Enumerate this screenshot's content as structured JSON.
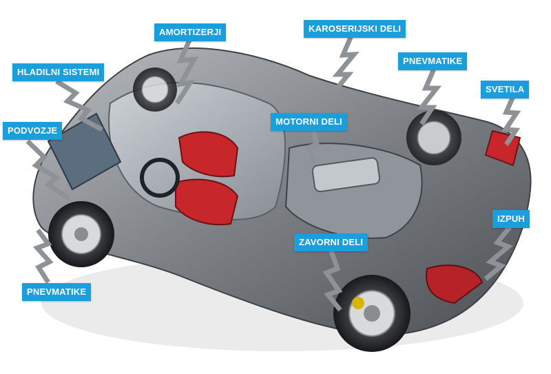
{
  "labels": {
    "amortizerji": "AMORTIZERJI",
    "karoserijski_deli": "KAROSERIJSKI DELI",
    "hladilni_sistemi": "HLADILNI SISTEMI",
    "pnevmatike_front": "PNEVMATIKE",
    "svetila": "SVETILA",
    "podvozje": "PODVOZJE",
    "motorni_deli": "MOTORNI DELI",
    "izpuh": "IZPUH",
    "zavorni_deli": "ZAVORNI DELI",
    "pnevmatike_rear": "PNEVMATIKE"
  },
  "colors": {
    "tag_background": "#1a9fdc",
    "tag_text": "#ffffff",
    "connector": "#8e9296",
    "car_body": "#7d8185",
    "seats": "#c7262b",
    "taillight": "#c8262c"
  }
}
